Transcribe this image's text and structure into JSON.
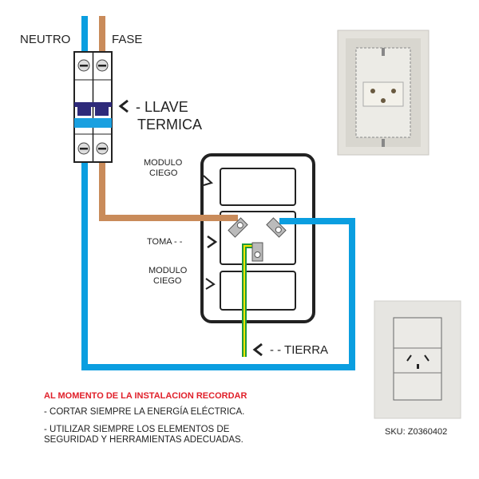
{
  "labels": {
    "neutro": "NEUTRO",
    "fase": "FASE",
    "llave_line1": "- LLAVE",
    "llave_line2": "TERMICA",
    "modulo_ciego_top_1": "MODULO",
    "modulo_ciego_top_2": "CIEGO",
    "toma": "TOMA -  -",
    "modulo_ciego_bottom_1": "MODULO",
    "modulo_ciego_bottom_2": "CIEGO",
    "tierra": "-  -  TIERRA"
  },
  "notice": {
    "title": "AL MOMENTO DE LA INSTALACION RECORDAR",
    "line1": "- CORTAR SIEMPRE LA ENERGÍA ELÉCTRICA.",
    "line2a": "- UTILIZAR SIEMPRE LOS ELEMENTOS DE",
    "line2b": "SEGURIDAD Y HERRAMIENTAS ADECUADAS."
  },
  "product": {
    "sku": "SKU: Z0360402"
  },
  "colors": {
    "neutral_wire": "#0a9ee0",
    "phase_wire": "#c98b5a",
    "earth_green": "#1f9a3a",
    "earth_yellow": "#f2e600",
    "breaker_handle": "#2e2a7a",
    "title_red": "#e0202a"
  }
}
